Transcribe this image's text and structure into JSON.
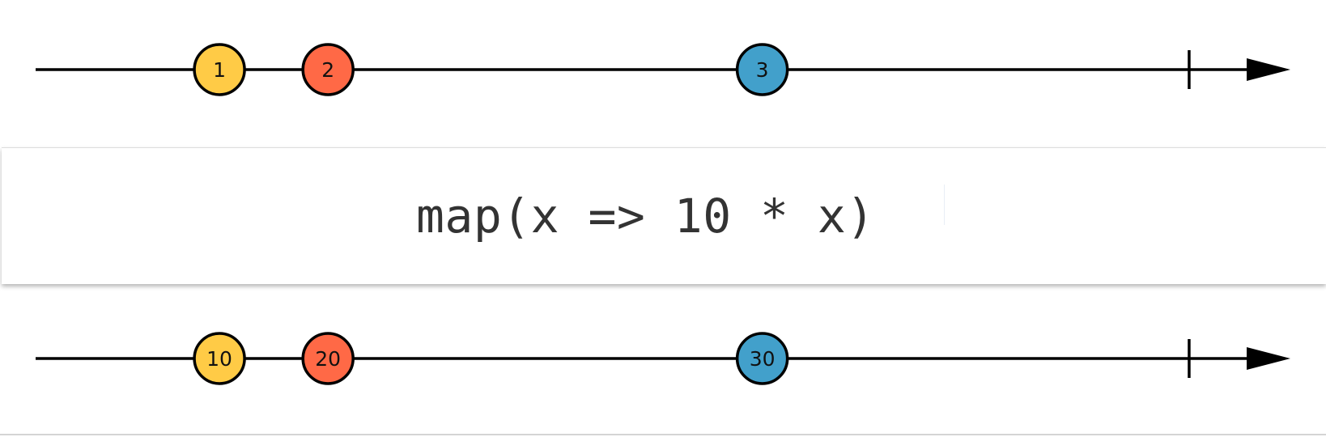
{
  "diagram": {
    "operator_label": "map(x => 10 * x)",
    "colors": {
      "yellow": "#ffcb46",
      "red": "#ff6946",
      "blue": "#42a0cb",
      "line": "#000000"
    },
    "input_stream": {
      "marbles": [
        {
          "label": "1",
          "color": "#ffcb46",
          "time": 0.149
        },
        {
          "label": "2",
          "color": "#ff6946",
          "time": 0.237
        },
        {
          "label": "3",
          "color": "#42a0cb",
          "time": 0.589
        }
      ],
      "completed": true,
      "complete_time": 0.935
    },
    "output_stream": {
      "marbles": [
        {
          "label": "10",
          "color": "#ffcb46",
          "time": 0.149
        },
        {
          "label": "20",
          "color": "#ff6946",
          "time": 0.237
        },
        {
          "label": "30",
          "color": "#42a0cb",
          "time": 0.589
        }
      ],
      "completed": true,
      "complete_time": 0.935
    }
  }
}
